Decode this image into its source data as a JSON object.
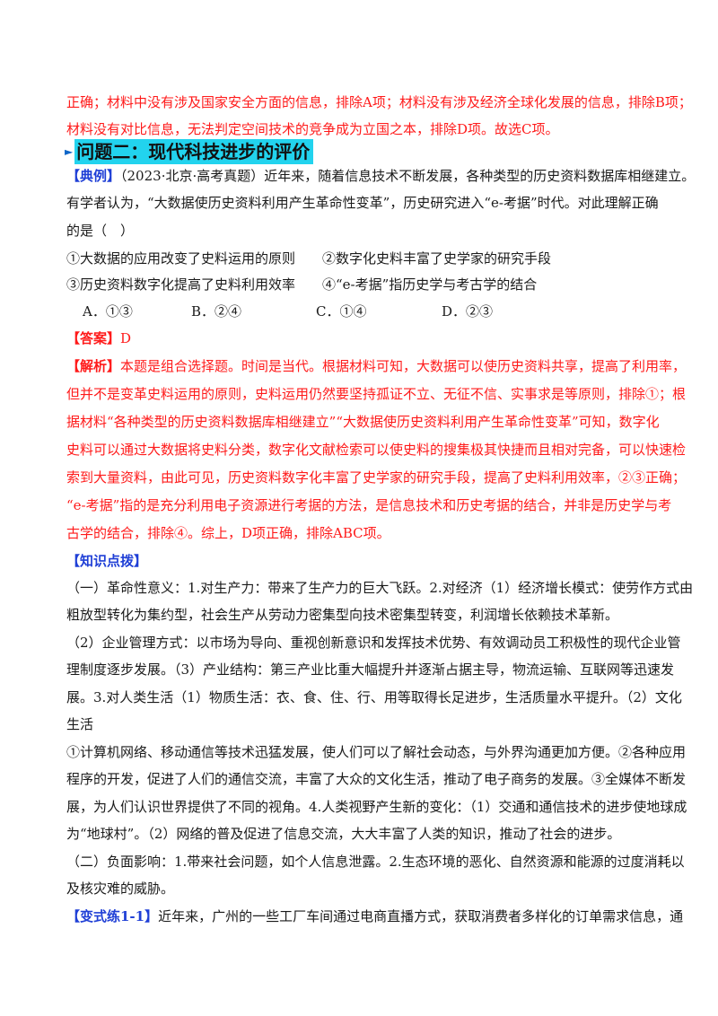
{
  "prev_answer": {
    "line1": "正确；材料中没有涉及国家安全方面的信息，排除A项；材料没有涉及经济全球化发展的信息，排除B项；",
    "line2": "材料没有对比信息，无法判定空间技术的竞争成为立国之本，排除D项。故选C项。"
  },
  "section": {
    "arrow": "►",
    "title": "问题二：现代科技进步的评价"
  },
  "example": {
    "tag": "【典例】",
    "line1": "（2023·北京·高考真题）近年来，随着信息技术不断发展，各种类型的历史资料数据库相继建立。",
    "line2": "有学者认为，“大数据使历史资料利用产生革命性变革”，历史研究进入“e-考据”时代。对此理解正确",
    "line3": "的是（　）",
    "item12": "①大数据的应用改变了史料运用的原则　　②数字化史料丰富了史学家的研究手段",
    "item34": "③历史资料数字化提高了史料利用效率　　④“e-考据”指历史学与考古学的结合",
    "options": [
      "A．①③",
      "B．②④",
      "C．①④",
      "D．②③"
    ]
  },
  "answer": {
    "tag": "【答案】",
    "value": "D"
  },
  "analysis": {
    "tag": "【解析】",
    "line1": "本题是组合选择题。时间是当代。根据材料可知，大数据可以使历史资料共享，提高了利用率，",
    "line2": "但并不是变革史料运用的原则，史料运用仍然要坚持孤证不立、无征不信、实事求是等原则，排除①；根",
    "line3": "据材料“各种类型的历史资料数据库相继建立”“大数据使历史资料利用产生革命性变革”可知，数字化",
    "line4": "史料可以通过大数据将史料分类，数字化文献检索可以使史料的搜集极其快捷而且相对完备，可以快速检",
    "line5": "索到大量资料，由此可见，历史资料数字化丰富了史学家的研究手段，提高了史料利用效率，②③正确；",
    "line6": "“e-考据”指的是充分利用电子资源进行考据的方法，是信息技术和历史考据的结合，并非是历史学与考",
    "line7": "古学的结合，排除④。综上，D项正确，排除ABC项。"
  },
  "knowledge": {
    "tag": "【知识点拨】",
    "lines": [
      "（一）革命性意义：1.对生产力：带来了生产力的巨大飞跃。2.对经济（1）经济增长模式：使劳作方式由",
      "粗放型转化为集约型，社会生产从劳动力密集型向技术密集型转变，利润增长依赖技术革新。",
      "（2）企业管理方式：以市场为导向、重视创新意识和发挥技术优势、有效调动员工积极性的现代企业管",
      "理制度逐步发展。（3）产业结构：第三产业比重大幅提升并逐渐占据主导，物流运输、互联网等迅速发",
      "展。3.对人类生活（1）物质生活：衣、食、住、行、用等取得长足进步，生活质量水平提升。（2）文化",
      "生活",
      "①计算机网络、移动通信等技术迅猛发展，使人们可以了解社会动态，与外界沟通更加方便。②各种应用",
      "程序的开发，促进了人们的通信交流，丰富了大众的文化生活，推动了电子商务的发展。③全媒体不断发",
      "展，为人们认识世界提供了不同的视角。4.人类视野产生新的变化：（1）交通和通信技术的进步使地球成",
      "为“地球村”。（2）网络的普及促进了信息交流，大大丰富了人类的知识，推动了社会的进步。",
      "（二）负面影响：1.带来社会问题，如个人信息泄露。2.生态环境的恶化、自然资源和能源的过度消耗以",
      "及核灾难的威胁。"
    ]
  },
  "variant": {
    "tag": "【变式练1-1】",
    "line1": "近年来，广州的一些工厂车间通过电商直播方式，获取消费者多样化的订单需求信息，通"
  }
}
